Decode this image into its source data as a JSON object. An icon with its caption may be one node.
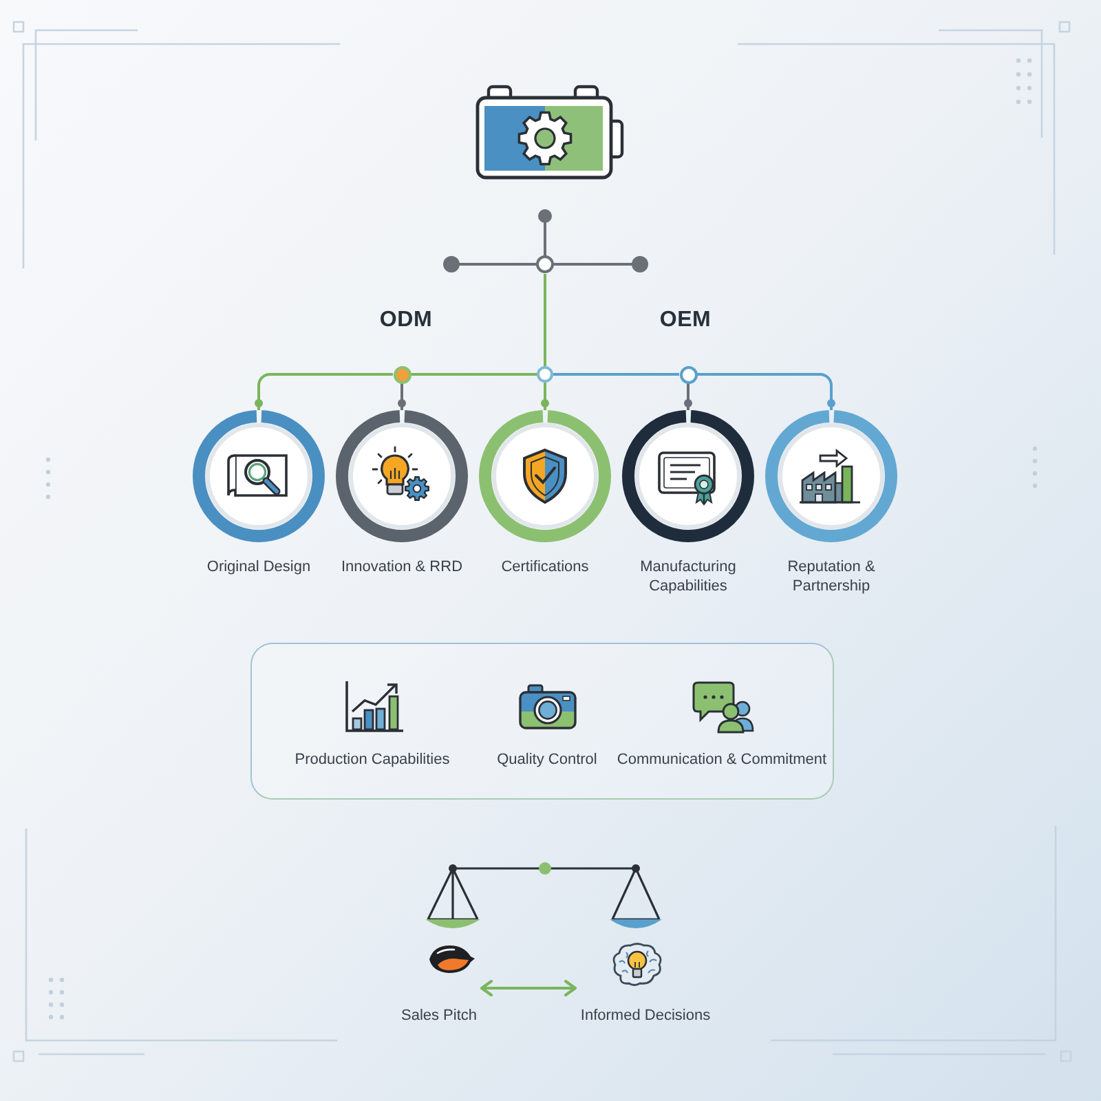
{
  "diagram": {
    "nodes": [
      {
        "text": [],
        "shape": "circle"
      },
      {
        "text": [],
        "shape": "circle"
      },
      {
        "text": [],
        "shape": "circle"
      },
      {
        "text": [],
        "shape": "circle"
      },
      {
        "text": [
          "Original Design"
        ]
      },
      {
        "text": [
          "Innovation & RRD"
        ]
      },
      {
        "text": [
          "Certifications"
        ]
      },
      {
        "text": [
          "Manufacturing Capabilities"
        ]
      },
      {
        "text": [
          "Reputation & Partnership"
        ]
      },
      {
        "text": [
          "Production Capabilities",
          "Quality Control",
          "Communication & Commitment"
        ]
      },
      {
        "text": [
          "Sales Pitch"
        ]
      },
      {
        "text": [
          "Informed Decisions"
        ]
      }
    ],
    "edges": [
      {
        "from": 0,
        "to": 2,
        "arrow": "none"
      },
      {
        "from": 2,
        "to": 1,
        "arrow": "none"
      },
      {
        "from": 1,
        "to": 4,
        "arrow": "other"
      },
      {
        "from": 1,
        "to": 5,
        "arrow": "other",
        "color": "#6b7077"
      },
      {
        "from": 2,
        "to": 6,
        "arrow": "other"
      },
      {
        "from": 2,
        "to": 3,
        "arrow": "none",
        "color": "#5aa0cc"
      },
      {
        "from": 3,
        "to": 7,
        "arrow": "other",
        "color": "#6b7077"
      },
      {
        "from": 3,
        "to": 8,
        "arrow": "other",
        "color": "#5aa0cc"
      },
      {
        "from": 10,
        "to": 11,
        "arrow": "both"
      }
    ],
    "labels": [
      "ODM",
      "OEM"
    ]
  }
}
